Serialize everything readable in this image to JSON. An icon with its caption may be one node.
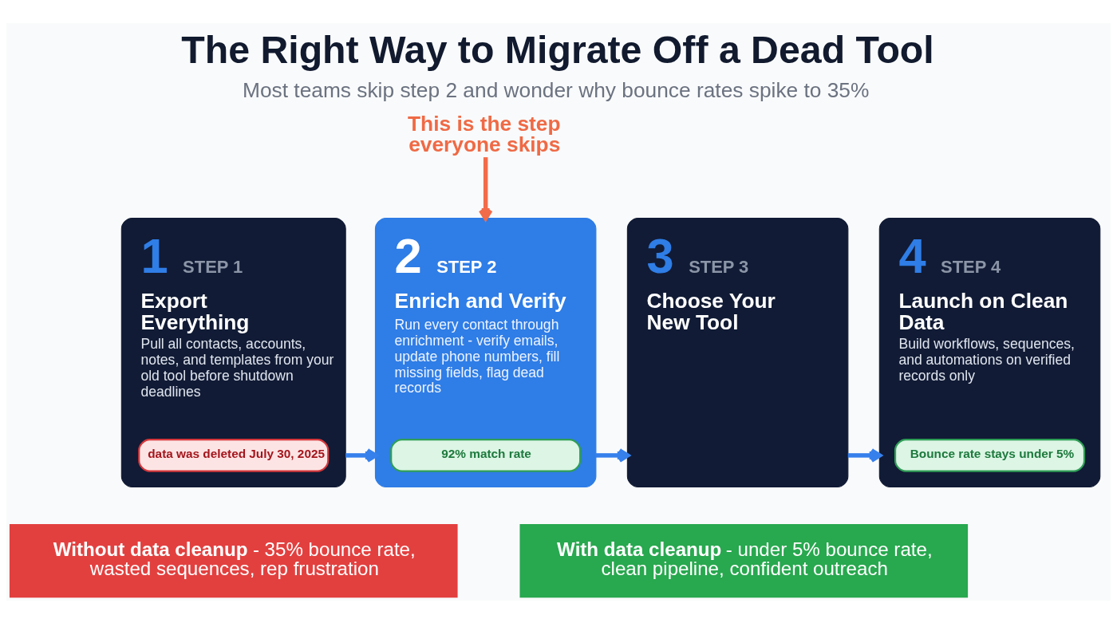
{
  "diagram": {
    "title": "The Right Way to Migrate Off a Dead Tool",
    "caption": "Most teams skip step 2 and wonder why bounce rates spike to 35%",
    "nodes": [
      {
        "text": [
          "This is the step everyone skips"
        ]
      },
      {
        "text": [
          "1",
          "STEP 1",
          "Export Everything",
          "Pull all contacts, accounts, notes, and templates from your old tool before shutdown deadlines"
        ]
      },
      {
        "text": [
          "data was deleted July 30, 2025"
        ],
        "in": 1
      },
      {
        "text": [
          "2",
          "STEP 2",
          "Enrich and Verify",
          "Run every contact through enrichment - verify emails, update phone numbers, fill missing fields, flag dead records"
        ]
      },
      {
        "text": [
          "92% match rate"
        ],
        "in": 3
      },
      {
        "text": [
          "3",
          "STEP 3",
          "Choose Your New Tool"
        ]
      },
      {
        "text": [
          "4",
          "STEP 4",
          "Launch on Clean Data",
          "Build workflows, sequences, and automations on verified records only"
        ]
      },
      {
        "text": [
          "Bounce rate stays under 5%"
        ],
        "in": 6
      },
      {
        "text": [
          "**Without data cleanup** - 35% bounce rate, wasted sequences, rep frustration"
        ]
      },
      {
        "text": [
          "**With data cleanup** - under 5% bounce rate, clean pipeline, confident outreach"
        ]
      }
    ],
    "edges": [
      {
        "from": 1,
        "to": 3,
        "arrow": "to"
      },
      {
        "from": 3,
        "to": 5,
        "arrow": "to"
      },
      {
        "from": 5,
        "to": 6,
        "arrow": "to"
      },
      {
        "from": 0,
        "to": 3,
        "arrow": "to",
        "color": "#f26b4a"
      }
    ]
  }
}
